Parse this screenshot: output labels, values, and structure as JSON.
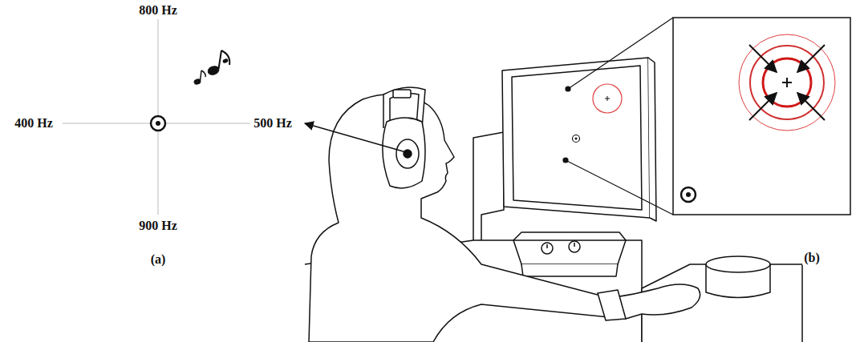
{
  "diagram": {
    "labels": [
      "800 Hz",
      "400 Hz",
      "500 Hz",
      "900 Hz",
      "(a)",
      "(b)"
    ]
  }
}
